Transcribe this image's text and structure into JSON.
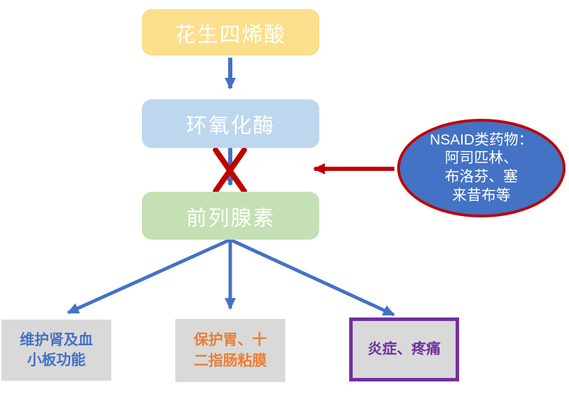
{
  "diagram": {
    "title": "NSAID mechanism flowchart (arachidonic acid pathway)",
    "nodes": {
      "arachidonic_acid": {
        "label": "花生四烯酸",
        "fill": "#FBDF8B",
        "text_color": "#FFFFFF"
      },
      "cyclooxygenase": {
        "label": "环氧化酶",
        "fill": "#BDD7EE",
        "text_color": "#FFFFFF"
      },
      "prostaglandin": {
        "label": "前列腺素",
        "fill": "#C5E0B4",
        "text_color": "#FFFFFF"
      },
      "kidney_platelet": {
        "line1": "维护肾及血",
        "line2": "小板功能",
        "fill": "#D9D9D9",
        "text_color": "#4472C4"
      },
      "gastric_mucosa": {
        "line1": "保护胃、十",
        "line2": "二指肠粘膜",
        "fill": "#D9D9D9",
        "text_color": "#ED7D31"
      },
      "inflammation_pain": {
        "label": "炎症、疼痛",
        "fill": "#D9D9D9",
        "text_color": "#7030A0",
        "border_color": "#7030A0"
      }
    },
    "nsaid_ellipse": {
      "line1": "NSAID类药物：",
      "line2": "阿司匹林、",
      "line3": "布洛芬、塞",
      "line4": "来昔布等",
      "fill": "#4472C4",
      "border_color": "#C00000",
      "text_color": "#FFFFFF"
    },
    "connectors": {
      "arrow_color": "#4472C4",
      "inhibit_color": "#C00000",
      "flow1": "花生四烯酸 → 环氧化酶",
      "flow2": "环氧化酶 → 前列腺素 (blocked, red X)",
      "inhibit": "NSAID ellipse → blocked step",
      "branch1": "前列腺素 → 维护肾及血小板功能",
      "branch2": "前列腺素 → 保护胃、十二指肠粘膜",
      "branch3": "前列腺素 → 炎症、疼痛"
    }
  }
}
